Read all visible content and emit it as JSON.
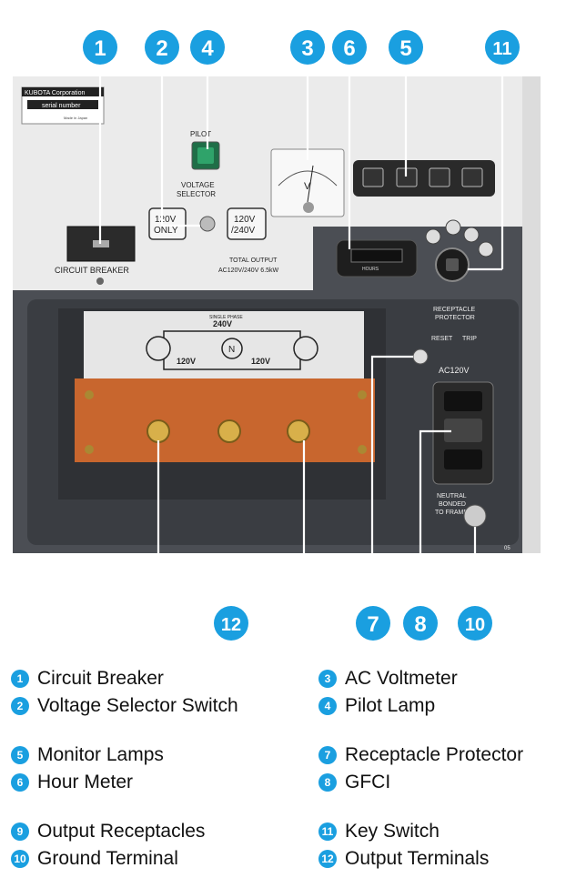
{
  "callouts": [
    {
      "num": "1",
      "target": "circuit-breaker"
    },
    {
      "num": "2",
      "target": "voltage-selector"
    },
    {
      "num": "4",
      "target": "pilot-lamp"
    },
    {
      "num": "3",
      "target": "ac-voltmeter"
    },
    {
      "num": "6",
      "target": "hour-meter"
    },
    {
      "num": "5",
      "target": "monitor-lamps"
    },
    {
      "num": "11",
      "target": "key-switch"
    },
    {
      "num": "12",
      "target": "output-terminals"
    },
    {
      "num": "7",
      "target": "receptacle-protector"
    },
    {
      "num": "8",
      "target": "gfci"
    },
    {
      "num": "10",
      "target": "ground-terminal"
    }
  ],
  "panel": {
    "brand": "KUBOTA Corporation",
    "serial": "serial number",
    "made_in": "Made in Japan",
    "pilot": "PILOT",
    "voltage_selector_line1": "VOLTAGE",
    "voltage_selector_line2": "SELECTOR",
    "sel_left_1": "120V",
    "sel_left_2": "ONLY",
    "sel_right_1": "120V",
    "sel_right_2": "/240V",
    "circuit_breaker": "CIRCUIT BREAKER",
    "total_output": "TOTAL OUTPUT",
    "total_output_value": "AC120V/240V  6.5kW",
    "meter_unit": "V",
    "hours": "HOURS",
    "receptacle_protector_1": "RECEPTACLE",
    "receptacle_protector_2": "PROTECTOR",
    "reset": "RESET",
    "trip": "TRIP",
    "ac120v": "AC120V",
    "neutral_1": "NEUTRAL",
    "neutral_2": "BONDED",
    "neutral_3": "TO FRAME",
    "single_phase": "SINGLE PHASE",
    "v240": "240V",
    "v120_left": "120V",
    "v120_right": "120V",
    "neutral_n": "N",
    "page_code": "05"
  },
  "legend": [
    {
      "num": "1",
      "label": "Circuit Breaker"
    },
    {
      "num": "3",
      "label": "AC Voltmeter"
    },
    {
      "num": "2",
      "label": "Voltage Selector Switch"
    },
    {
      "num": "4",
      "label": "Pilot Lamp"
    },
    {
      "num": "5",
      "label": "Monitor Lamps"
    },
    {
      "num": "7",
      "label": "Receptacle Protector"
    },
    {
      "num": "6",
      "label": "Hour Meter"
    },
    {
      "num": "8",
      "label": "GFCI"
    },
    {
      "num": "9",
      "label": "Output Receptacles"
    },
    {
      "num": "11",
      "label": "Key Switch"
    },
    {
      "num": "10",
      "label": "Ground Terminal"
    },
    {
      "num": "12",
      "label": "Output Terminals"
    }
  ],
  "colors": {
    "callout_fill": "#1a9fe0",
    "callout_text": "#ffffff",
    "leader_line": "#ffffff",
    "panel_dark": "#4a4d52",
    "terminal_plate": "#c8662e",
    "pilot_lamp": "#2fa36a"
  }
}
